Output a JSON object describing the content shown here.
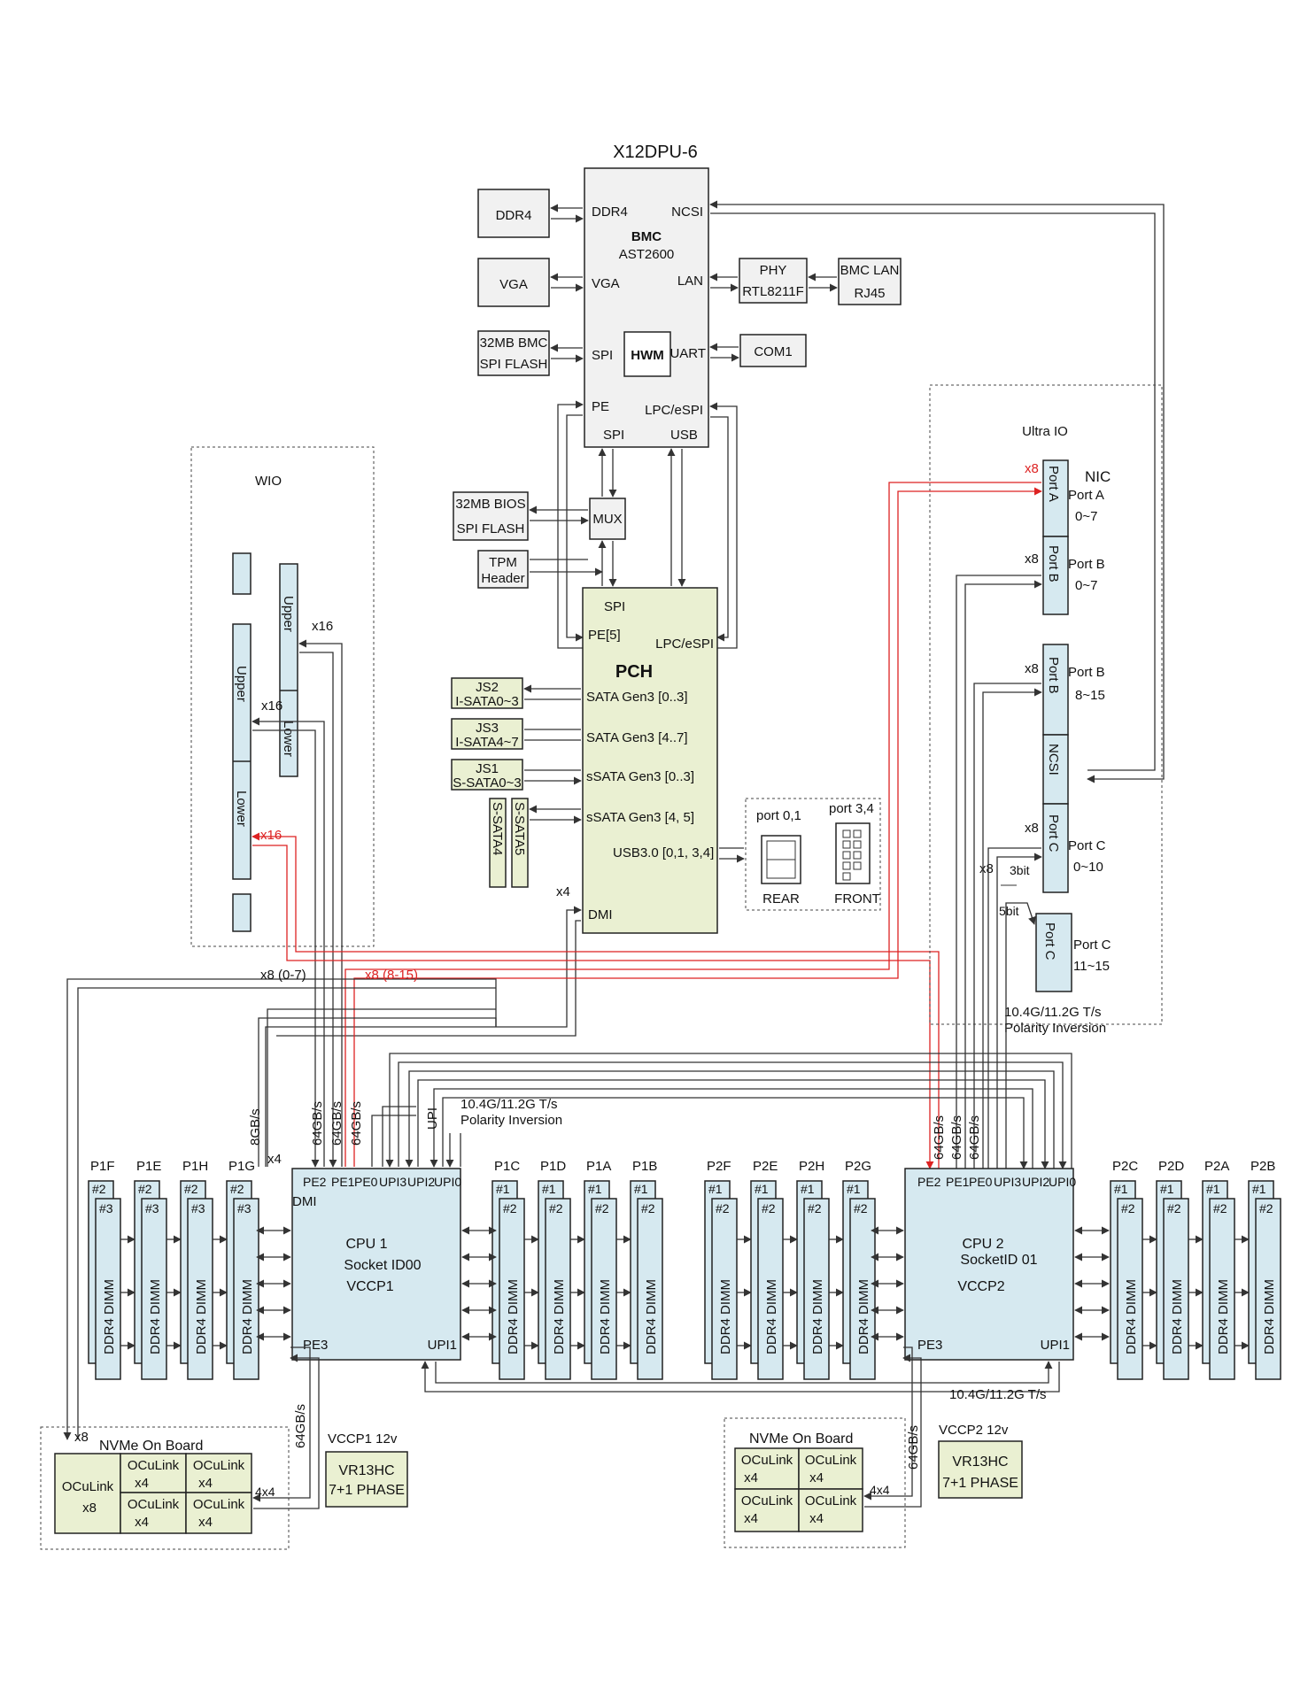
{
  "title": "X12DPU-6",
  "bmc": {
    "name": "BMC",
    "chip": "AST2600",
    "ports": {
      "ddr4": "DDR4",
      "vga": "VGA",
      "spi": "SPI",
      "pe": "PE",
      "spi2": "SPI",
      "usb": "USB",
      "ncsi": "NCSI",
      "lan": "LAN",
      "uart": "UART",
      "lpc": "LPC/eSPI"
    },
    "hwm": "HWM"
  },
  "bmc_peripherals": {
    "ddr4": "DDR4",
    "vga": "VGA",
    "spiflash_l1": "32MB BMC",
    "spiflash_l2": "SPI FLASH",
    "phy_l1": "PHY",
    "phy_l2": "RTL8211F",
    "bmclan_l1": "BMC LAN",
    "bmclan_l2": "RJ45",
    "com1": "COM1"
  },
  "mux": "MUX",
  "bios_l1": "32MB BIOS",
  "bios_l2": "SPI FLASH",
  "tpm_l1": "TPM",
  "tpm_l2": "Header",
  "pch": {
    "name": "PCH",
    "spi": "SPI",
    "pe": "PE[5]",
    "lpc": "LPC/eSPI",
    "sata1": "SATA Gen3 [0..3]",
    "sata2": "SATA Gen3 [4..7]",
    "ssata1": "sSATA Gen3 [0..3]",
    "ssata2": "sSATA Gen3 [4, 5]",
    "usb": "USB3.0 [0,1, 3,4]",
    "dmi": "DMI",
    "x4": "x4"
  },
  "sata_conn": [
    {
      "l1": "JS2",
      "l2": "I-SATA0~3"
    },
    {
      "l1": "JS3",
      "l2": "I-SATA4~7"
    },
    {
      "l1": "JS1",
      "l2": "S-SATA0~3"
    }
  ],
  "ssata4": "S-SATA4",
  "ssata5": "S-SATA5",
  "usb_ports": {
    "p01": "port 0,1",
    "p34": "port 3,4",
    "rear": "REAR",
    "front": "FRONT"
  },
  "wio": {
    "label": "WIO",
    "upper": "Upper",
    "lower": "Lower",
    "x16a": "x16",
    "x16b": "x16",
    "x16c": "x16"
  },
  "ultra_io": {
    "label": "Ultra IO",
    "nic": "NIC",
    "portA": "Port A",
    "portB": "Port B",
    "ncsi": "NCSI",
    "portC": "Port C",
    "pA_lbl_l1": "Port A",
    "pA_lbl_l2": "0~7",
    "pB1_lbl_l1": "Port B",
    "pB1_lbl_l2": "0~7",
    "pB2_lbl_l1": "Port B",
    "pB2_lbl_l2": "8~15",
    "pC1_lbl_l1": "Port C",
    "pC1_lbl_l2": "0~10",
    "pC2_lbl_l1": "Port C",
    "pC2_lbl_l2": "11~15",
    "x8": "x8",
    "bit3": "3bit",
    "bit5": "5bit",
    "speed_l1": "10.4G/11.2G T/s",
    "speed_l2": "Polarity Inversion"
  },
  "links": {
    "x8_0_7": "x8 (0-7)",
    "x8_8_15": "x8 (8-15)",
    "bw8": "8GB/s",
    "bw64": "64GB/s",
    "upi": "UPI",
    "upi_speed_l1": "10.4G/11.2G T/s",
    "upi_speed_l2": "Polarity Inversion",
    "upi_speed_bottom": "10.4G/11.2G T/s",
    "x4": "x4",
    "x8": "x8",
    "x4x4": "4x4"
  },
  "cpu1": {
    "l1": "CPU 1",
    "l2": "Socket ID00",
    "l3": "VCCP1",
    "pe2": "PE2",
    "pe1": "PE1",
    "pe0": "PE0",
    "upi3": "UPI3",
    "upi2": "UPI2",
    "upi0": "UPI0",
    "dmi": "DMI",
    "pe3": "PE3",
    "upi1": "UPI1"
  },
  "cpu2": {
    "l1": "CPU 2",
    "l2": "SocketID  01",
    "l3": "VCCP2",
    "pe2": "PE2",
    "pe1": "PE1",
    "pe0": "PE0",
    "upi3": "UPI3",
    "upi2": "UPI2",
    "upi0": "UPI0",
    "pe3": "PE3",
    "upi1": "UPI1"
  },
  "dimm_label": "DDR4 DIMM",
  "dimm_groups": [
    {
      "name": "P1F",
      "a": "#2",
      "b": "#3"
    },
    {
      "name": "P1E",
      "a": "#2",
      "b": "#3"
    },
    {
      "name": "P1H",
      "a": "#2",
      "b": "#3"
    },
    {
      "name": "P1G",
      "a": "#2",
      "b": "#3"
    },
    {
      "name": "P1C",
      "a": "#1",
      "b": "#2"
    },
    {
      "name": "P1D",
      "a": "#1",
      "b": "#2"
    },
    {
      "name": "P1A",
      "a": "#1",
      "b": "#2"
    },
    {
      "name": "P1B",
      "a": "#1",
      "b": "#2"
    },
    {
      "name": "P2F",
      "a": "#1",
      "b": "#2"
    },
    {
      "name": "P2E",
      "a": "#1",
      "b": "#2"
    },
    {
      "name": "P2H",
      "a": "#1",
      "b": "#2"
    },
    {
      "name": "P2G",
      "a": "#1",
      "b": "#2"
    },
    {
      "name": "P2C",
      "a": "#1",
      "b": "#2"
    },
    {
      "name": "P2D",
      "a": "#1",
      "b": "#2"
    },
    {
      "name": "P2A",
      "a": "#1",
      "b": "#2"
    },
    {
      "name": "P2B",
      "a": "#1",
      "b": "#2"
    }
  ],
  "nvme1": {
    "label": "NVMe On Board",
    "ocu8_l1": "OCuLink",
    "ocu8_l2": "x8",
    "ocu": "OCuLink",
    "x4": "x4"
  },
  "nvme2": {
    "label": "NVMe On Board",
    "ocu": "OCuLink",
    "x4": "x4"
  },
  "vrm1": {
    "label": "VCCP1  12v",
    "l1": "VR13HC",
    "l2": "7+1 PHASE"
  },
  "vrm2": {
    "label": "VCCP2  12v",
    "l1": "VR13HC",
    "l2": "7+1 PHASE"
  }
}
